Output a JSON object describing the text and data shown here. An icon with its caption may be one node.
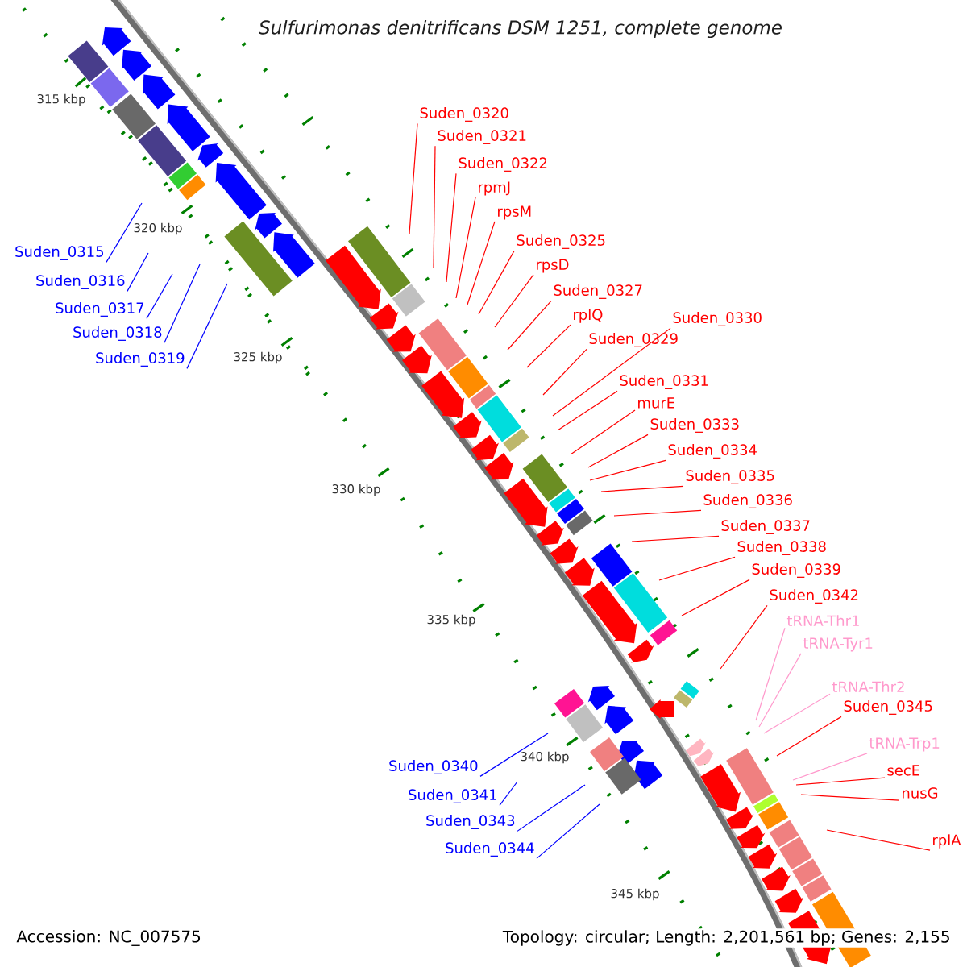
{
  "diagram": {
    "title": "Sulfurimonas denitrificans DSM 1251, complete genome",
    "nodes": [
      {
        "text": [
          "Suden_0315"
        ]
      },
      {
        "text": [
          "Suden_0316"
        ]
      },
      {
        "text": [
          "Suden_0317"
        ]
      },
      {
        "text": [
          "Suden_0318"
        ]
      },
      {
        "text": [
          "Suden_0319"
        ]
      },
      {
        "text": [
          "Suden_0320"
        ]
      },
      {
        "text": [
          "Suden_0321"
        ]
      },
      {
        "text": [
          "Suden_0322"
        ]
      },
      {
        "text": [
          "rpmJ"
        ]
      },
      {
        "text": [
          "rpsM"
        ]
      },
      {
        "text": [
          "Suden_0325"
        ]
      },
      {
        "text": [
          "rpsD"
        ]
      },
      {
        "text": [
          "Suden_0327"
        ]
      },
      {
        "text": [
          "rplQ"
        ]
      },
      {
        "text": [
          "Suden_0329"
        ]
      },
      {
        "text": [
          "Suden_0330"
        ]
      },
      {
        "text": [
          "Suden_0331"
        ]
      },
      {
        "text": [
          "murE"
        ]
      },
      {
        "text": [
          "Suden_0333"
        ]
      },
      {
        "text": [
          "Suden_0334"
        ]
      },
      {
        "text": [
          "Suden_0335"
        ]
      },
      {
        "text": [
          "Suden_0336"
        ]
      },
      {
        "text": [
          "Suden_0337"
        ]
      },
      {
        "text": [
          "Suden_0338"
        ]
      },
      {
        "text": [
          "Suden_0339"
        ]
      },
      {
        "text": [
          "Suden_0342"
        ]
      },
      {
        "text": [
          "tRNA-Thr1"
        ]
      },
      {
        "text": [
          "tRNA-Tyr1"
        ]
      },
      {
        "text": [
          "tRNA-Thr2"
        ]
      },
      {
        "text": [
          "Suden_0345"
        ]
      },
      {
        "text": [
          "tRNA-Trp1"
        ]
      },
      {
        "text": [
          "secE"
        ]
      },
      {
        "text": [
          "nusG"
        ]
      },
      {
        "text": [
          "rplA"
        ]
      },
      {
        "text": [
          "Suden_0340"
        ]
      },
      {
        "text": [
          "Suden_0341"
        ]
      },
      {
        "text": [
          "Suden_0343"
        ]
      },
      {
        "text": [
          "Suden_0344"
        ]
      }
    ],
    "edges": [
      {
        "from": 0,
        "to": null,
        "arrow": "none",
        "color": "#0000ff"
      },
      {
        "from": 1,
        "to": null,
        "arrow": "none",
        "color": "#0000ff"
      },
      {
        "from": 2,
        "to": null,
        "arrow": "none",
        "color": "#0000ff"
      },
      {
        "from": 3,
        "to": null,
        "arrow": "none",
        "color": "#0000ff"
      },
      {
        "from": 4,
        "to": null,
        "arrow": "none",
        "color": "#0000ff"
      },
      {
        "from": 5,
        "to": null,
        "arrow": "none"
      },
      {
        "from": 6,
        "to": null,
        "arrow": "none"
      },
      {
        "from": 7,
        "to": null,
        "arrow": "none"
      },
      {
        "from": 8,
        "to": null,
        "arrow": "none"
      },
      {
        "from": 9,
        "to": null,
        "arrow": "none"
      },
      {
        "from": 10,
        "to": null,
        "arrow": "none"
      },
      {
        "from": 11,
        "to": null,
        "arrow": "none"
      },
      {
        "from": 12,
        "to": null,
        "arrow": "none"
      },
      {
        "from": 13,
        "to": null,
        "arrow": "none"
      },
      {
        "from": 14,
        "to": null,
        "arrow": "none"
      },
      {
        "from": 15,
        "to": null,
        "arrow": "none"
      },
      {
        "from": 16,
        "to": null,
        "arrow": "none"
      },
      {
        "from": 17,
        "to": null,
        "arrow": "none"
      },
      {
        "from": 18,
        "to": null,
        "arrow": "none"
      },
      {
        "from": 19,
        "to": null,
        "arrow": "none"
      },
      {
        "from": 20,
        "to": null,
        "arrow": "none"
      },
      {
        "from": 21,
        "to": null,
        "arrow": "none"
      },
      {
        "from": 22,
        "to": null,
        "arrow": "none"
      },
      {
        "from": 23,
        "to": null,
        "arrow": "none"
      },
      {
        "from": 24,
        "to": null,
        "arrow": "none"
      },
      {
        "from": 25,
        "to": null,
        "arrow": "none"
      },
      {
        "from": 26,
        "to": null,
        "arrow": "none",
        "color": "#ff99cc"
      },
      {
        "from": 27,
        "to": null,
        "arrow": "none",
        "color": "#ff99cc"
      },
      {
        "from": 28,
        "to": null,
        "arrow": "none",
        "color": "#ff99cc"
      },
      {
        "from": 29,
        "to": null,
        "arrow": "none"
      },
      {
        "from": 30,
        "to": null,
        "arrow": "none",
        "color": "#ff99cc"
      },
      {
        "from": 31,
        "to": null,
        "arrow": "none"
      },
      {
        "from": 32,
        "to": null,
        "arrow": "none"
      },
      {
        "from": 33,
        "to": null,
        "arrow": "none"
      },
      {
        "from": 34,
        "to": null,
        "arrow": "none",
        "color": "#0000ff"
      },
      {
        "from": 35,
        "to": null,
        "arrow": "none",
        "color": "#0000ff"
      },
      {
        "from": 36,
        "to": null,
        "arrow": "none",
        "color": "#0000ff"
      },
      {
        "from": 37,
        "to": null,
        "arrow": "none",
        "color": "#0000ff"
      }
    ],
    "labels": [
      "315 kbp",
      "320 kbp",
      "325 kbp",
      "330 kbp",
      "335 kbp",
      "340 kbp",
      "345 kbp",
      "Accession: NC_007575",
      "Topology: circular; Length: 2,201,561 bp; Genes: 2,155"
    ]
  }
}
